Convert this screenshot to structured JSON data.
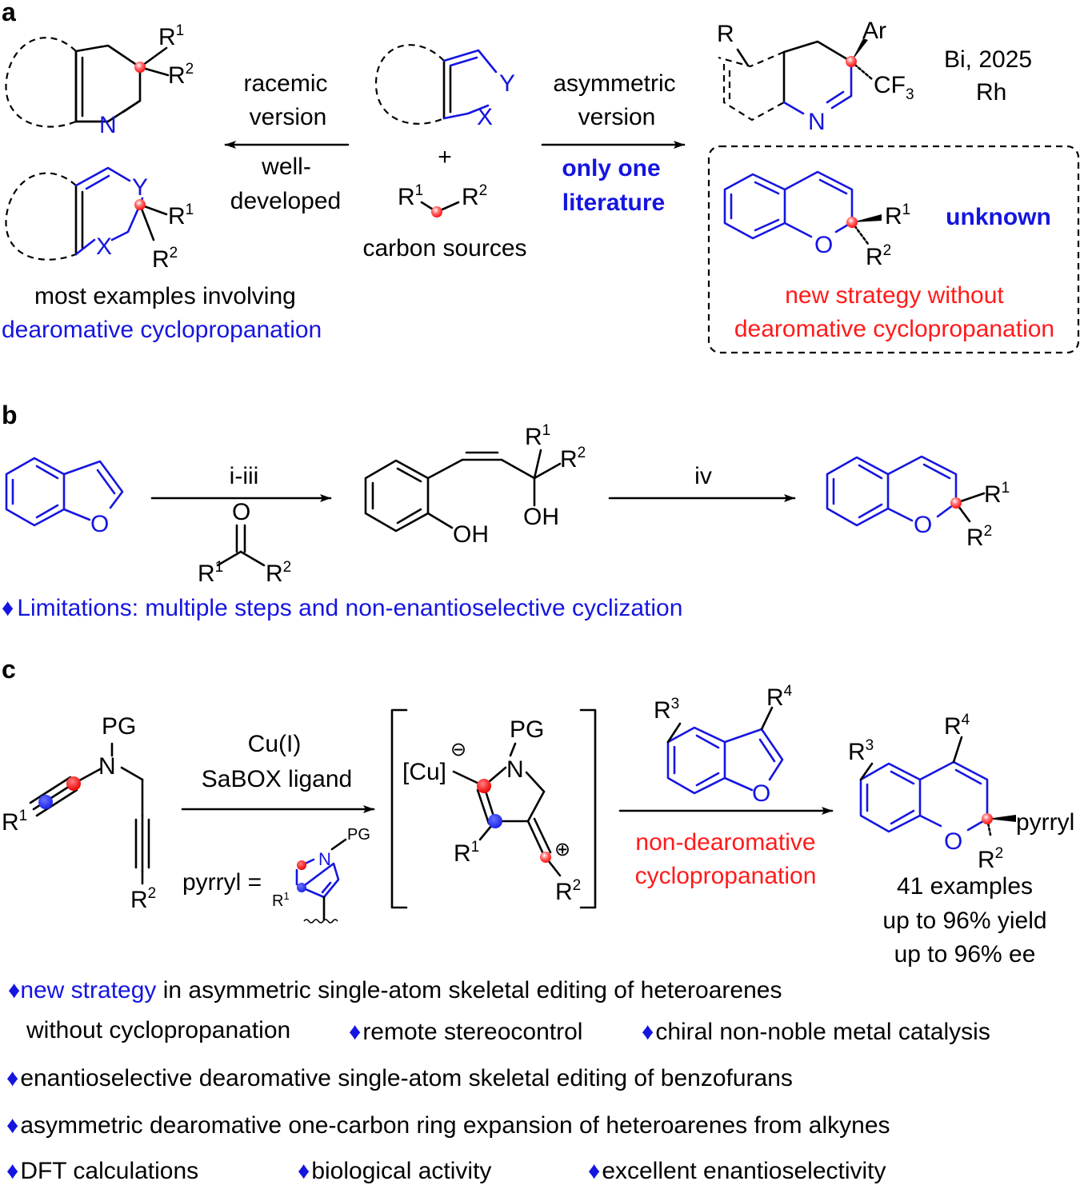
{
  "panels": {
    "a": "a",
    "b": "b",
    "c": "c"
  },
  "colors": {
    "text": "#000000",
    "blue": "#1515e0",
    "red": "#ff1a1a",
    "center_red": "#ff2020",
    "center_blue": "#1e2cf0"
  },
  "panel_a": {
    "racemic_line1": "racemic",
    "racemic_line2": "version",
    "well_line1": "well-",
    "well_line2": "developed",
    "asym_line1": "asymmetric",
    "asym_line2": "version",
    "only_line1": "only one",
    "only_line2": "literature",
    "plus": "+",
    "carbon_sources": "carbon sources",
    "bi_ref": "Bi, 2025",
    "rh": "Rh",
    "unknown": "unknown",
    "new_strategy_line1": "new strategy without",
    "new_strategy_line2": "dearomative cyclopropanation",
    "most_examples": "most examples involving",
    "dearomative": "dearomative cyclopropanation",
    "atoms": {
      "N": "N",
      "X": "X",
      "Y": "Y",
      "O": "O",
      "R": "R",
      "Ar": "Ar",
      "CF": "CF",
      "sub3": "3",
      "R1": "R",
      "R2": "R",
      "one": "1",
      "two": "2"
    }
  },
  "panel_b": {
    "step1": "i-iii",
    "step2": "iv",
    "OH": "OH",
    "O": "O",
    "limitations": "Limitations: multiple steps and non-enantioselective cyclization"
  },
  "panel_c": {
    "PG": "PG",
    "N": "N",
    "O": "O",
    "cu_line1": "Cu(I)",
    "cu_line2": "SaBOX ligand",
    "cu_label": "[Cu]",
    "pyrryl_eq": "pyrryl =",
    "pyrryl": "pyrryl",
    "minus": "⊖",
    "plus": "⊕",
    "non_dearo_line1": "non-dearomative",
    "non_dearo_line2": "cyclopropanation",
    "examples": "41 examples",
    "yield": "up to 96% yield",
    "ee": "up to 96% ee",
    "R3": "3",
    "R4": "4"
  },
  "bullets": {
    "b1_blue": "new strategy",
    "b1_rest": " in asymmetric single-atom skeletal editing of heteroarenes",
    "b1_cont": "without cyclopropanation",
    "b2": "remote stereocontrol",
    "b3": "chiral non-noble metal catalysis",
    "b4": "enantioselective dearomative single-atom skeletal editing of benzofurans",
    "b5": "asymmetric dearomative one-carbon ring expansion of heteroarenes from alkynes",
    "b6": "DFT calculations",
    "b7": "biological activity",
    "b8": "excellent enantioselectivity",
    "diamond": "♦"
  }
}
